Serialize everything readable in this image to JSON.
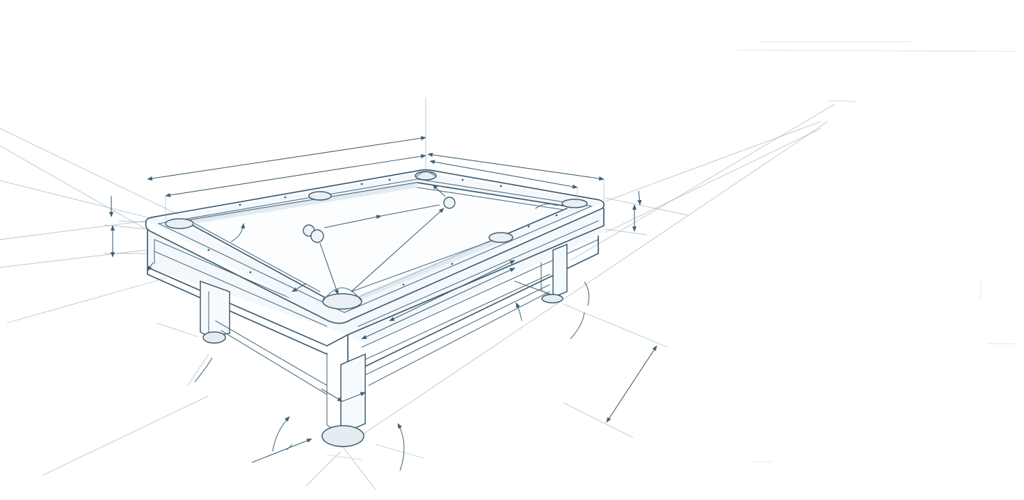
{
  "image": {
    "subject": "pool-table",
    "style": "technical-sketch",
    "ink_color": "#3d5d73",
    "construction_color": "#9fb3c1",
    "background": "#ffffff"
  },
  "elements": {
    "balls_count": 3,
    "pockets_count": 6,
    "legs_count": 4
  }
}
